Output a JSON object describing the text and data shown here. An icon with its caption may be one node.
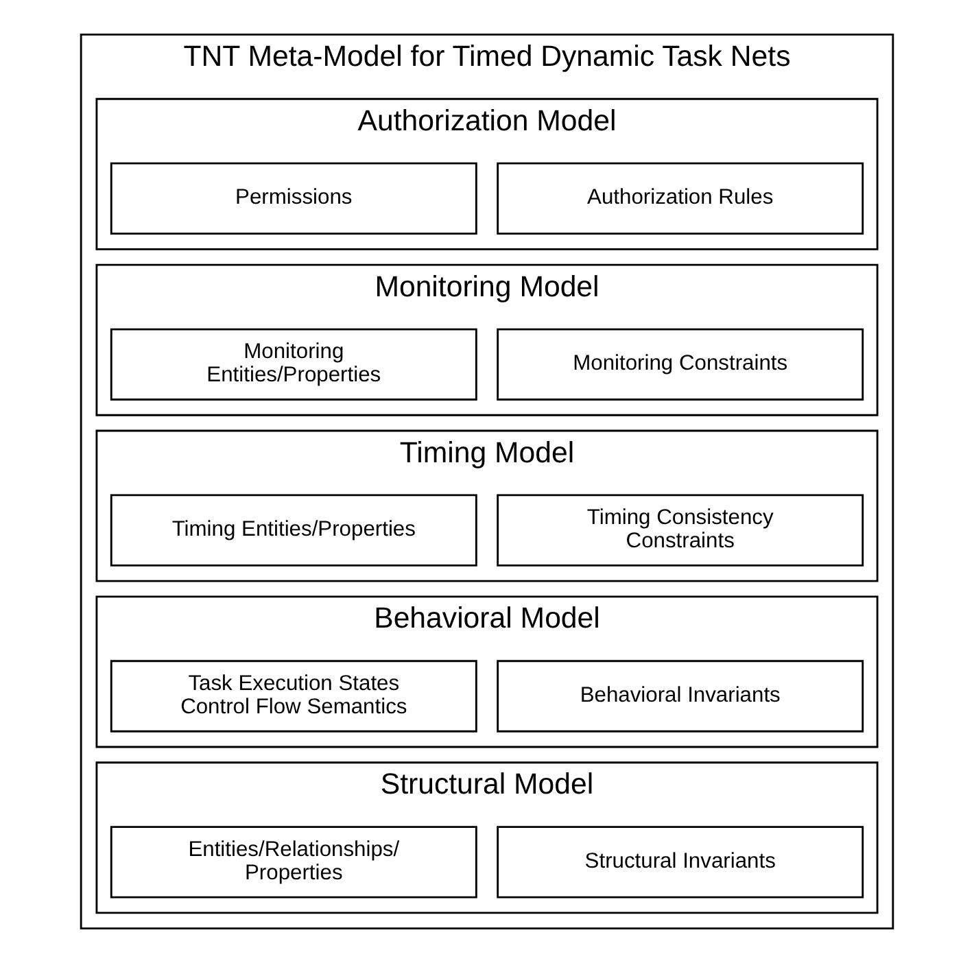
{
  "diagram": {
    "nodes": [
      {
        "text": [
          "TNT Meta-Model for Timed Dynamic Task Nets"
        ]
      },
      {
        "text": [
          "Authorization Model"
        ],
        "in": 0
      },
      {
        "text": [
          "Permissions"
        ],
        "in": 1
      },
      {
        "text": [
          "Authorization Rules"
        ],
        "in": 1
      },
      {
        "text": [
          "Monitoring Model"
        ],
        "in": 0
      },
      {
        "text": [
          "Monitoring Entities/Properties"
        ],
        "in": 4
      },
      {
        "text": [
          "Monitoring Constraints"
        ],
        "in": 4
      },
      {
        "text": [
          "Timing Model"
        ],
        "in": 0
      },
      {
        "text": [
          "Timing Entities/Properties"
        ],
        "in": 7
      },
      {
        "text": [
          "Timing Consistency Constraints"
        ],
        "in": 7
      },
      {
        "text": [
          "Behavioral Model"
        ],
        "in": 0
      },
      {
        "text": [
          "Task Execution States Control Flow Semantics"
        ],
        "in": 10
      },
      {
        "text": [
          "Behavioral Invariants"
        ],
        "in": 10
      },
      {
        "text": [
          "Structural Model"
        ],
        "in": 0
      },
      {
        "text": [
          "Entities/Relationships/ Properties"
        ],
        "in": 13
      },
      {
        "text": [
          "Structural Invariants"
        ],
        "in": 13
      }
    ],
    "edges": []
  }
}
